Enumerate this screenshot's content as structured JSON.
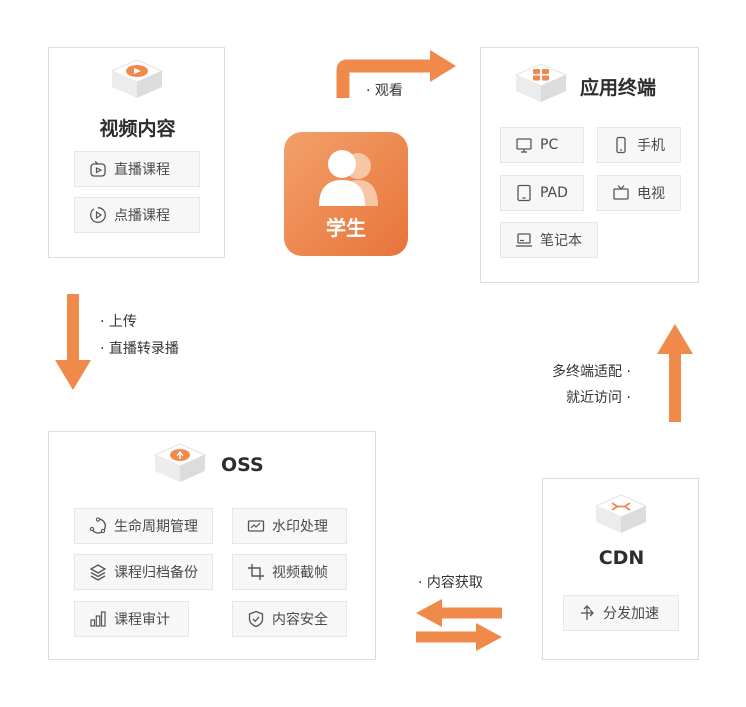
{
  "video_content": {
    "title": "视频内容",
    "items": [
      "直播课程",
      "点播课程"
    ]
  },
  "student": {
    "label": "学生",
    "watch_note": "· 观看"
  },
  "app_terminal": {
    "title": "应用终端",
    "devices": [
      "PC",
      "手机",
      "PAD",
      "电视",
      "笔记本"
    ]
  },
  "upload_notes": [
    "· 上传",
    "· 直播转录播"
  ],
  "cdn_notes": [
    "多终端适配 ·",
    "就近访问 ·"
  ],
  "oss": {
    "title": "OSS",
    "features": [
      "生命周期管理",
      "水印处理",
      "课程归档备份",
      "视频截帧",
      "课程审计",
      "内容安全"
    ]
  },
  "fetch_note": "· 内容获取",
  "cdn": {
    "title": "CDN",
    "feature": "分发加速"
  },
  "colors": {
    "accent": "#ef8a4a",
    "accent_dark": "#e8743a",
    "panel_border": "#dcdcdc",
    "chip_bg": "#f7f7f7"
  }
}
